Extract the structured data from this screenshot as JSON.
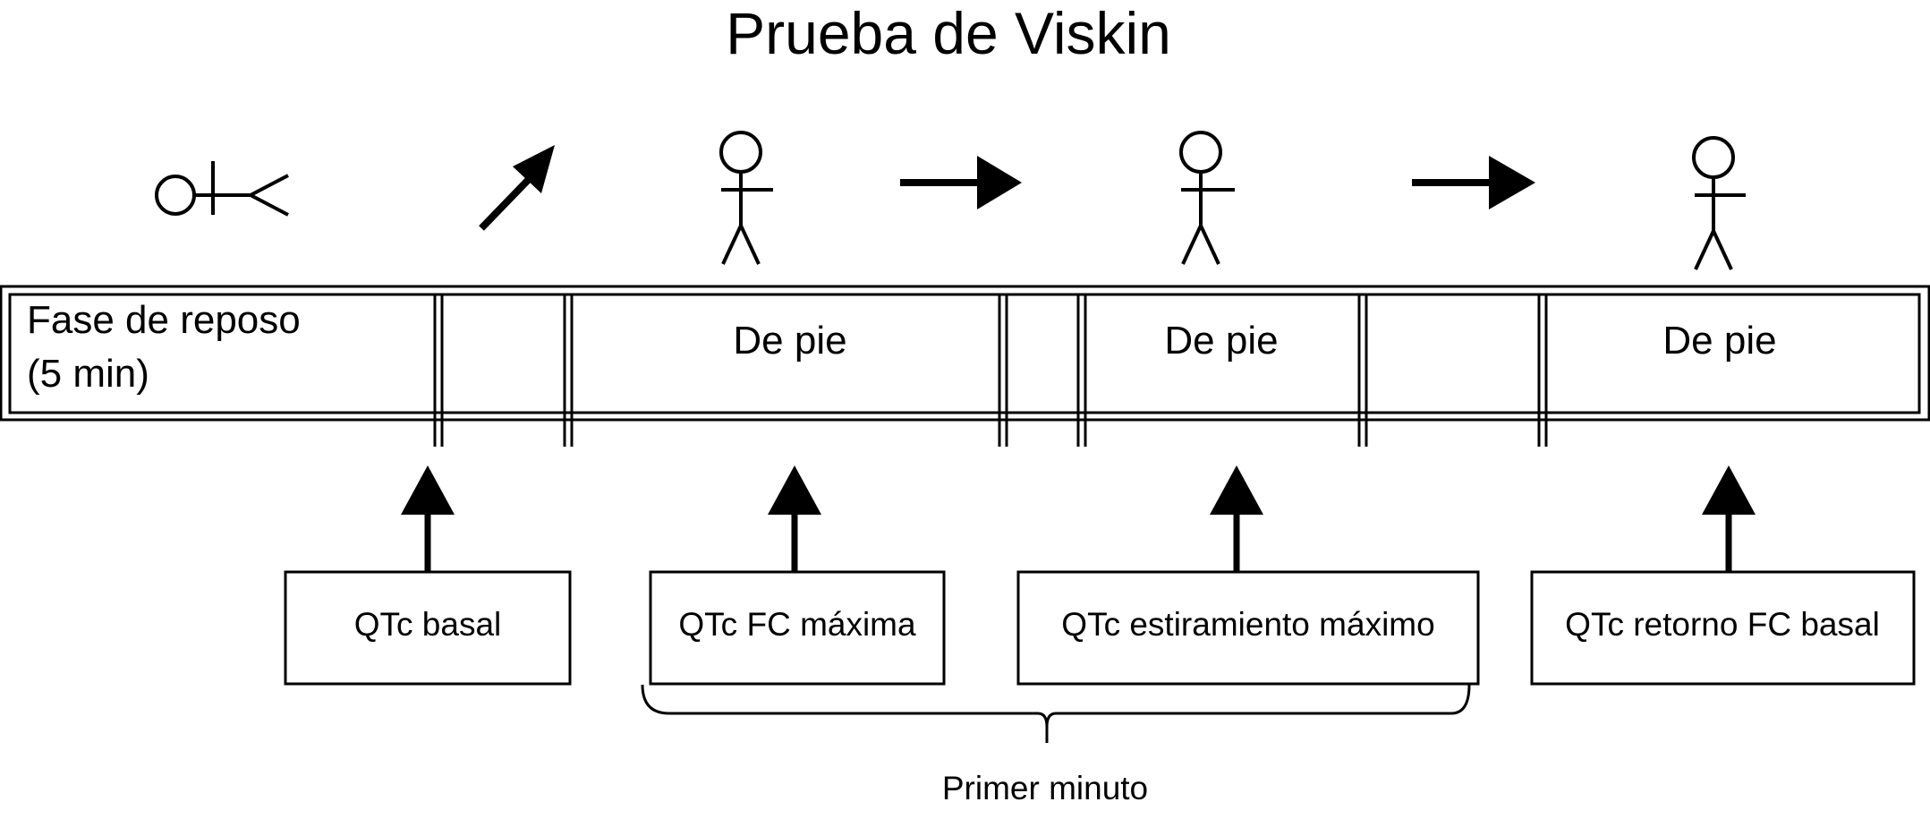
{
  "title": "Prueba de Viskin",
  "timeline": {
    "rest_phase_line1": "Fase de reposo",
    "rest_phase_line2": "(5 min)",
    "standing_1": "De pie",
    "standing_2": "De pie",
    "standing_3": "De pie"
  },
  "measurements": {
    "baseline": "QTc basal",
    "max_hr": "QTc FC máxima",
    "max_stretch": "QTc estiramiento máximo",
    "return_baseline_hr": "QTc retorno FC basal"
  },
  "brace_label": "Primer minuto",
  "icons": {
    "posture_1": "lying-person-icon",
    "transition_1": "diagonal-arrow-icon",
    "posture_2": "standing-person-icon",
    "transition_2": "right-arrow-icon",
    "posture_3": "standing-person-icon",
    "transition_3": "right-arrow-icon",
    "posture_4": "standing-person-icon"
  },
  "colors": {
    "ink": "#000000",
    "background": "#ffffff"
  }
}
